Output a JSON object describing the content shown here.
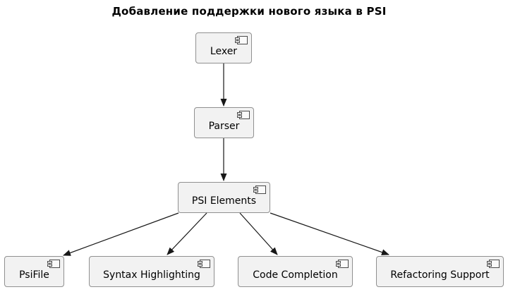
{
  "title": "Добавление поддержки нового языка в PSI",
  "diagram_type": "uml-component-diagram",
  "colors": {
    "background": "#ffffff",
    "node_fill": "#f2f2f2",
    "node_border": "#909090",
    "arrow": "#181818",
    "text": "#000000"
  },
  "components": [
    {
      "id": "lexer",
      "label": "Lexer",
      "icon": "component-icon"
    },
    {
      "id": "parser",
      "label": "Parser",
      "icon": "component-icon"
    },
    {
      "id": "psi-elements",
      "label": "PSI Elements",
      "icon": "component-icon"
    },
    {
      "id": "psifile",
      "label": "PsiFile",
      "icon": "component-icon"
    },
    {
      "id": "syntax-highlighting",
      "label": "Syntax Highlighting",
      "icon": "component-icon"
    },
    {
      "id": "code-completion",
      "label": "Code Completion",
      "icon": "component-icon"
    },
    {
      "id": "refactoring-support",
      "label": "Refactoring Support",
      "icon": "component-icon"
    }
  ],
  "edges": [
    {
      "from": "Lexer",
      "to": "Parser"
    },
    {
      "from": "Parser",
      "to": "PSI Elements"
    },
    {
      "from": "PSI Elements",
      "to": "PsiFile"
    },
    {
      "from": "PSI Elements",
      "to": "Syntax Highlighting"
    },
    {
      "from": "PSI Elements",
      "to": "Code Completion"
    },
    {
      "from": "PSI Elements",
      "to": "Refactoring Support"
    }
  ]
}
